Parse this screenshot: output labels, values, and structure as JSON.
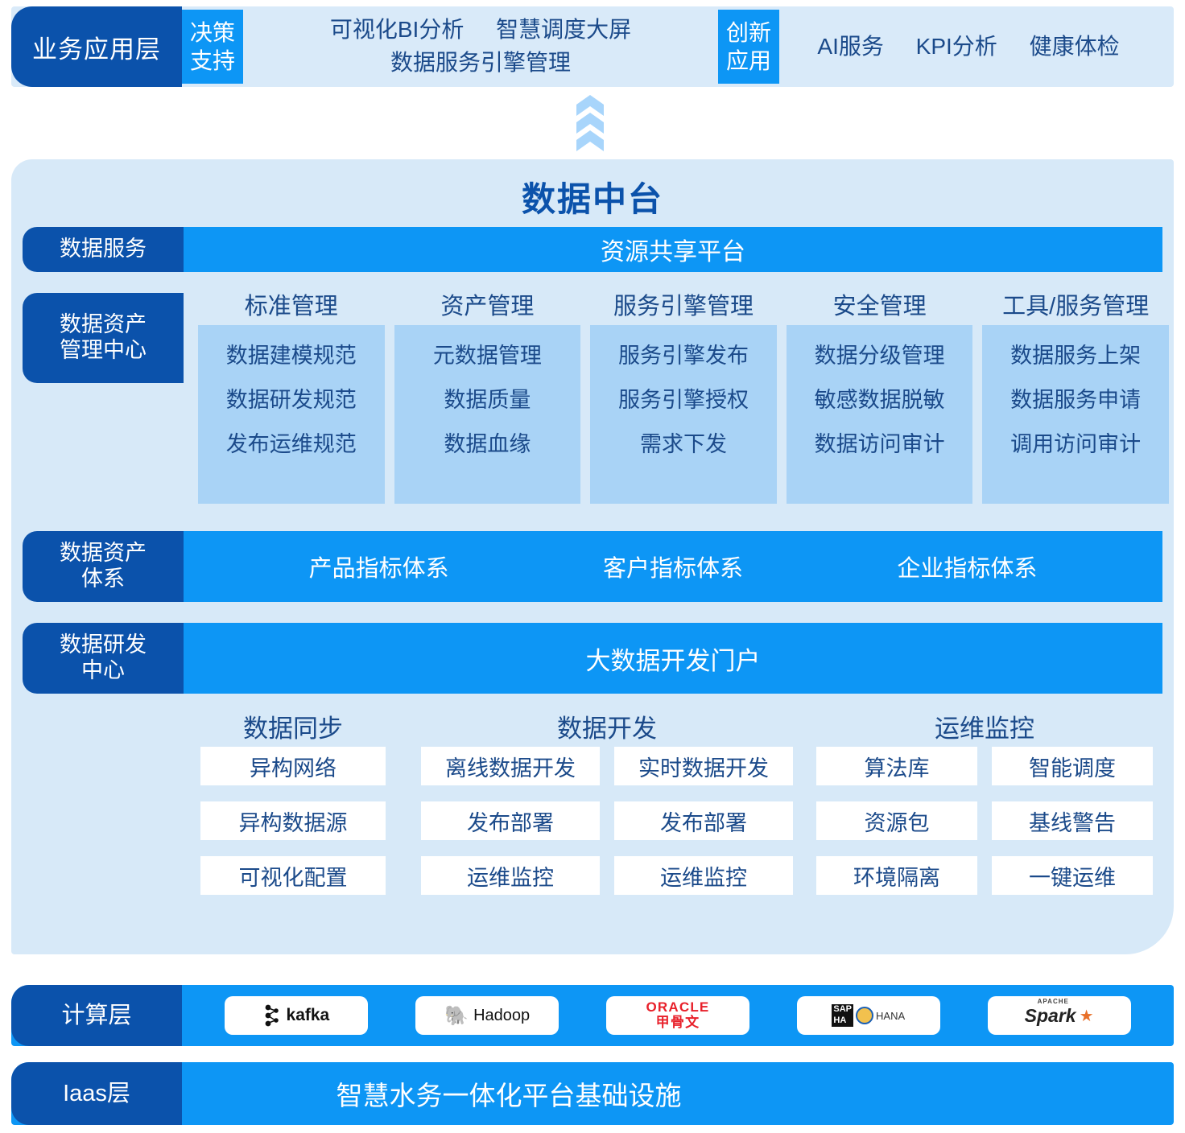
{
  "business_layer": {
    "label": "业务应用层",
    "groups": [
      {
        "tag_line1": "决策",
        "tag_line2": "支持",
        "apps_line1": [
          "可视化BI分析",
          "智慧调度大屏"
        ],
        "apps_line2": [
          "数据服务引擎管理"
        ]
      },
      {
        "tag_line1": "创新",
        "tag_line2": "应用",
        "apps_line1": [
          "AI服务",
          "KPI分析",
          "健康体检"
        ],
        "apps_line2": []
      }
    ]
  },
  "connector": {
    "icon": "chevron-up-stack-icon",
    "count": 3
  },
  "platform": {
    "title": "数据中台",
    "data_service": {
      "label": "数据服务",
      "bar_title": "资源共享平台"
    },
    "asset_center": {
      "label": "数据资产\n管理中心",
      "label_line1": "数据资产",
      "label_line2": "管理中心",
      "columns": [
        {
          "title": "标准管理",
          "items": [
            "数据建模规范",
            "数据研发规范",
            "发布运维规范"
          ]
        },
        {
          "title": "资产管理",
          "items": [
            "元数据管理",
            "数据质量",
            "数据血缘"
          ]
        },
        {
          "title": "服务引擎管理",
          "items": [
            "服务引擎发布",
            "服务引擎授权",
            "需求下发"
          ]
        },
        {
          "title": "安全管理",
          "items": [
            "数据分级管理",
            "敏感数据脱敏",
            "数据访问审计"
          ]
        },
        {
          "title": "工具/服务管理",
          "items": [
            "数据服务上架",
            "数据服务申请",
            "调用访问审计"
          ]
        }
      ]
    },
    "asset_system": {
      "label_line1": "数据资产",
      "label_line2": "体系",
      "items": [
        "产品指标体系",
        "客户指标体系",
        "企业指标体系"
      ]
    },
    "dev_center": {
      "label_line1": "数据研发",
      "label_line2": "中心",
      "bar_title": "大数据开发门户",
      "groups": [
        {
          "title": "数据同步",
          "columns": [
            [
              "异构网络",
              "异构数据源",
              "可视化配置"
            ]
          ]
        },
        {
          "title": "数据开发",
          "columns": [
            [
              "离线数据开发",
              "发布部署",
              "运维监控"
            ],
            [
              "实时数据开发",
              "发布部署",
              "运维监控"
            ]
          ]
        },
        {
          "title": "运维监控",
          "columns": [
            [
              "算法库",
              "资源包",
              "环境隔离"
            ],
            [
              "智能调度",
              "基线警告",
              "一键运维"
            ]
          ]
        }
      ]
    }
  },
  "compute_layer": {
    "label": "计算层",
    "logos": [
      {
        "name": "kafka-logo",
        "text": "kafka"
      },
      {
        "name": "hadoop-logo",
        "text": "Hadoop"
      },
      {
        "name": "oracle-logo",
        "text_en": "ORACLE",
        "text_cn": "甲骨文"
      },
      {
        "name": "sap-hana-logo",
        "text_sap": "SAP",
        "text_ha": "HA",
        "text_hana": "HANA"
      },
      {
        "name": "spark-logo",
        "text": "Spark",
        "text_apache": "APACHE"
      }
    ]
  },
  "iaas_layer": {
    "label": "Iaas层",
    "title": "智慧水务一体化平台基础设施"
  },
  "colors": {
    "navy": "#0b52ab",
    "bright_blue": "#0d96f5",
    "panel_light": "#d7e9f8",
    "inner_panel": "#a9d3f6",
    "text_blue": "#1b4a8a",
    "chevron": "#a8d5fb"
  }
}
